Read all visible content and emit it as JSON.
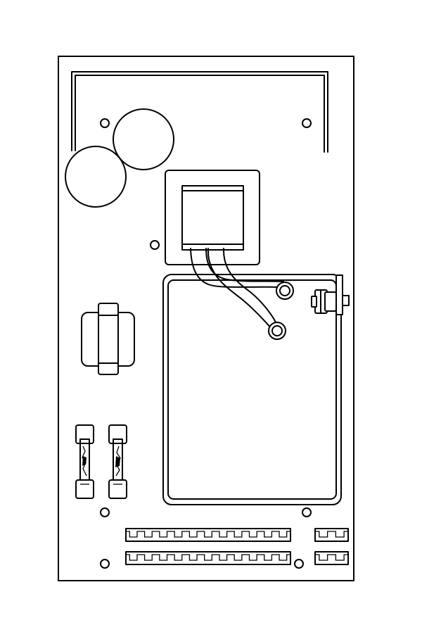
{
  "diagram": {
    "subject": "circuit-board-line-drawing",
    "stroke_color": "#000000",
    "background_color": "#ffffff",
    "components": {
      "capacitors": 2,
      "fuses": 2,
      "mounting_holes": 7,
      "terminal_strips": 4,
      "terminal_pins_long_strip": 11,
      "terminal_pins_short_strip": 2
    }
  }
}
